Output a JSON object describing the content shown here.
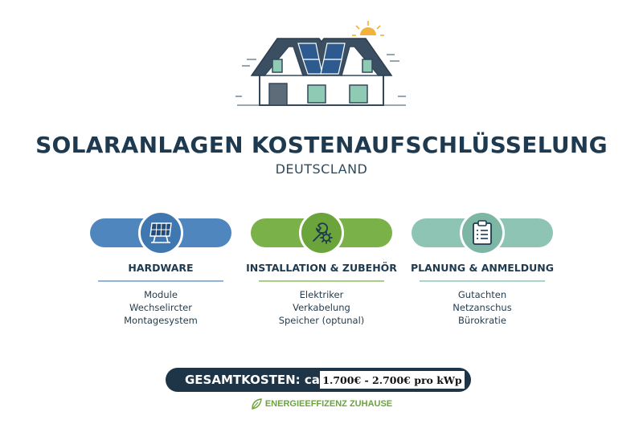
{
  "header": {
    "title": "SOLARANLAGEN KOSTENAUFSCHLÜSSELUNG",
    "subtitle": "DEUTSCLAND",
    "illustration": "house-with-solar-panels-icon"
  },
  "categories": [
    {
      "name": "HARDWARE",
      "icon": "solar-panel-icon",
      "color": "#4f86bd",
      "items": [
        "Module",
        "Wechselircter",
        "Montagesystem"
      ]
    },
    {
      "name": "INSTALLATION & ZUBEHÖR",
      "icon": "wrench-gear-icon",
      "color": "#7ab148",
      "items": [
        "Elektriker",
        "Verkabelung",
        "Speicher (optunal)"
      ]
    },
    {
      "name": "PLANUNG & ANMELDUNG",
      "icon": "clipboard-icon",
      "color": "#8ec4b4",
      "items": [
        "Gutachten",
        "Netzanschus",
        "Bürokratie"
      ]
    }
  ],
  "total": {
    "label": "GESAMTKOSTEN: ca.",
    "value": "1.700€ - 2.700€ pro kWp",
    "color": "#1d3547"
  },
  "brand": {
    "text": "ENERGIEEFFIZENZ ZUHAUSE",
    "icon": "leaf-icon",
    "color": "#6aa43a"
  }
}
